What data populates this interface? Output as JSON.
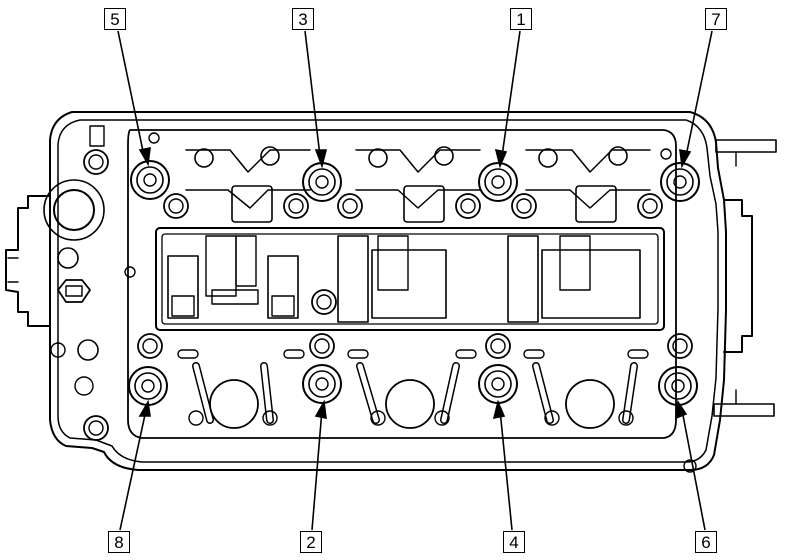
{
  "diagram": {
    "callouts": [
      {
        "id": "5",
        "text": "5"
      },
      {
        "id": "3",
        "text": "3"
      },
      {
        "id": "1",
        "text": "1"
      },
      {
        "id": "7",
        "text": "7"
      },
      {
        "id": "8",
        "text": "8"
      },
      {
        "id": "2",
        "text": "2"
      },
      {
        "id": "4",
        "text": "4"
      },
      {
        "id": "6",
        "text": "6"
      }
    ],
    "bolt_count": 8,
    "line_color": "#000000",
    "background": "#ffffff"
  }
}
